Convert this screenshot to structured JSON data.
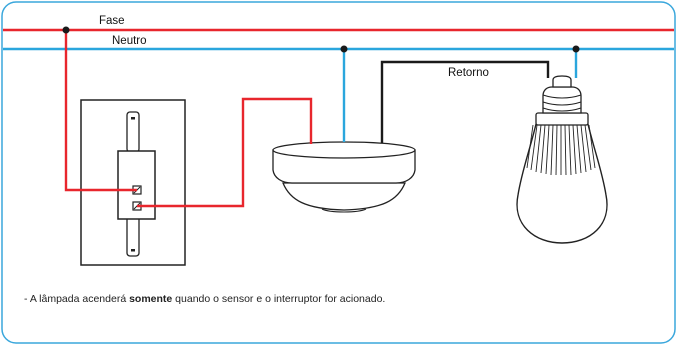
{
  "labels": {
    "phase": "Fase",
    "neutral": "Neutro",
    "return": "Retorno"
  },
  "note": {
    "prefix": "- A lâmpada acenderá ",
    "emphasis": "somente",
    "suffix": " quando o sensor e o interruptor for acionado."
  },
  "colors": {
    "phase_wire": "#e8262d",
    "neutral_wire": "#2aa6dd",
    "return_wire": "#1a1a1a",
    "frame_border": "#3aa7dc",
    "device_stroke": "#222222"
  },
  "components": [
    "wall-switch",
    "motion-sensor",
    "light-bulb"
  ]
}
